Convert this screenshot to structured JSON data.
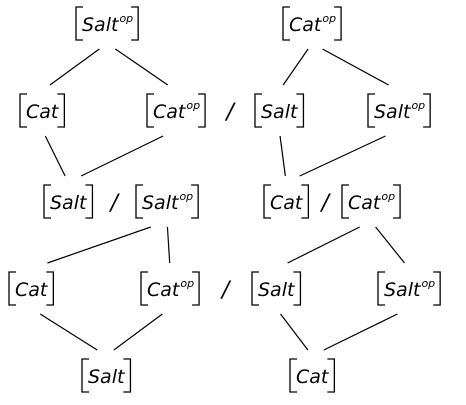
{
  "diagram": {
    "rows": [
      {
        "nodes": [
          {
            "id": "n0a",
            "base": "Salt",
            "sup": "op"
          },
          {
            "id": "n0b",
            "base": "Cat",
            "sup": "op"
          }
        ]
      },
      {
        "nodes": [
          {
            "id": "n1a",
            "base": "Cat",
            "sup": ""
          },
          {
            "id": "n1b",
            "base": "Cat",
            "sup": "op"
          },
          {
            "id": "n1c",
            "base": "Salt",
            "sup": ""
          },
          {
            "id": "n1d",
            "base": "Salt",
            "sup": "op"
          }
        ]
      },
      {
        "nodes": [
          {
            "id": "n2a",
            "base": "Salt",
            "sup": ""
          },
          {
            "id": "n2b",
            "base": "Salt",
            "sup": "op"
          },
          {
            "id": "n2c",
            "base": "Cat",
            "sup": ""
          },
          {
            "id": "n2d",
            "base": "Cat",
            "sup": "op"
          }
        ]
      },
      {
        "nodes": [
          {
            "id": "n3a",
            "base": "Cat",
            "sup": ""
          },
          {
            "id": "n3b",
            "base": "Cat",
            "sup": "op"
          },
          {
            "id": "n3c",
            "base": "Salt",
            "sup": ""
          },
          {
            "id": "n3d",
            "base": "Salt",
            "sup": "op"
          }
        ]
      },
      {
        "nodes": [
          {
            "id": "n4a",
            "base": "Salt",
            "sup": ""
          },
          {
            "id": "n4b",
            "base": "Cat",
            "sup": ""
          }
        ]
      }
    ],
    "identifications": [
      {
        "left": "n1b",
        "right": "n1c",
        "symbol": "/"
      },
      {
        "left": "n2a",
        "right": "n2b",
        "symbol": "/"
      },
      {
        "left": "n2c",
        "right": "n2d",
        "symbol": "/"
      },
      {
        "left": "n3b",
        "right": "n3c",
        "symbol": "/"
      }
    ],
    "edges": [
      [
        "n0a",
        "n1a"
      ],
      [
        "n0a",
        "n1b"
      ],
      [
        "n0b",
        "n1c"
      ],
      [
        "n0b",
        "n1d"
      ],
      [
        "n1a",
        "n2a"
      ],
      [
        "n1b",
        "n2a"
      ],
      [
        "n1c",
        "n2c"
      ],
      [
        "n1d",
        "n2c"
      ],
      [
        "n2b",
        "n3a"
      ],
      [
        "n2b",
        "n3b"
      ],
      [
        "n2d",
        "n3c"
      ],
      [
        "n2d",
        "n3d"
      ],
      [
        "n3a",
        "n4a"
      ],
      [
        "n3b",
        "n4a"
      ],
      [
        "n3c",
        "n4b"
      ],
      [
        "n3d",
        "n4b"
      ]
    ]
  }
}
